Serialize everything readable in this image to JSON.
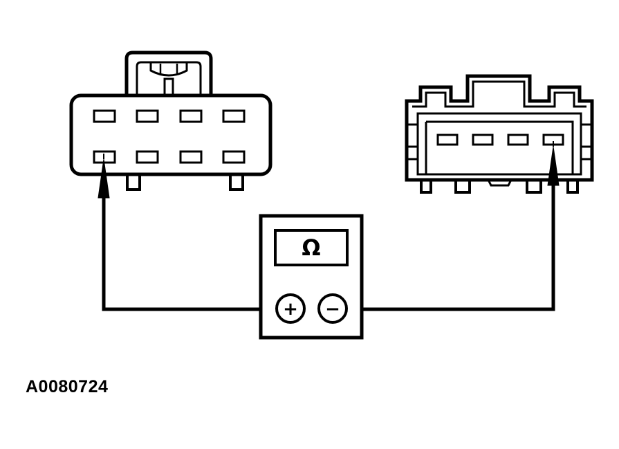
{
  "diagram": {
    "figure_id": "A0080724",
    "meter": {
      "display_symbol": "Ω",
      "positive_terminal": "+",
      "negative_terminal": "−"
    },
    "left_connector": {
      "top_row_pins": 4,
      "bottom_row_pins": 4
    },
    "right_connector": {
      "pins": 4
    },
    "colors": {
      "line": "#000000",
      "background": "#ffffff"
    }
  }
}
